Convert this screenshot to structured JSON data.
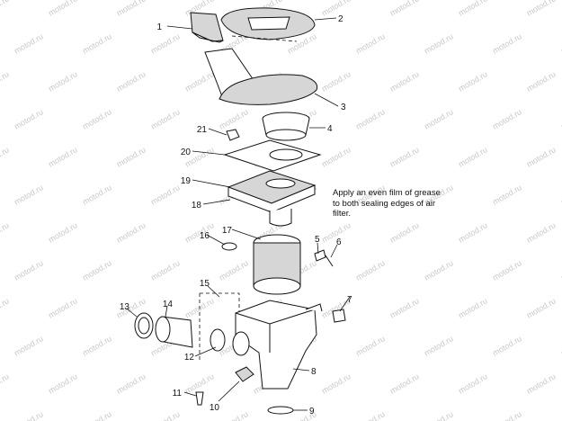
{
  "watermark": "motod.ru",
  "note": {
    "lines": [
      "Apply an even film of grease",
      "to both sealing edges of air",
      "filter."
    ]
  },
  "callouts": [
    "1",
    "2",
    "3",
    "4",
    "5",
    "6",
    "7",
    "8",
    "9",
    "10",
    "11",
    "12",
    "13",
    "14",
    "15",
    "16",
    "17",
    "18",
    "19",
    "20",
    "21"
  ]
}
